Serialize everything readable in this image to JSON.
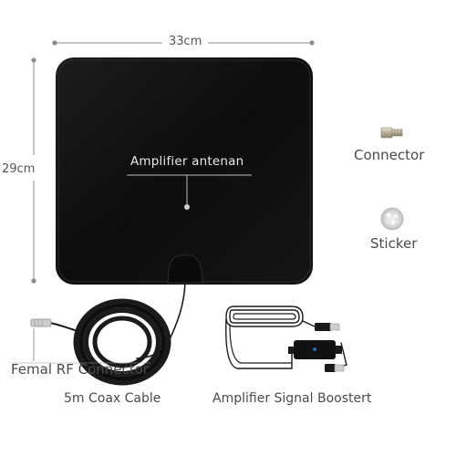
{
  "dimensions": {
    "width_label": "33cm",
    "height_label": "29cm"
  },
  "antenna": {
    "label": "Amplifier antenan"
  },
  "accessories": {
    "connector_label": "Connector",
    "sticker_label": "Sticker",
    "rf_connector_label": "Femal RF Connector",
    "coax_cable_label": "5m Coax Cable",
    "booster_label": "Amplifier Signal Boostert"
  },
  "colors": {
    "antenna_body": "#111111",
    "dimension_line": "#888888",
    "label_text": "#4a4a4a",
    "cable": "#1a1a1a"
  }
}
